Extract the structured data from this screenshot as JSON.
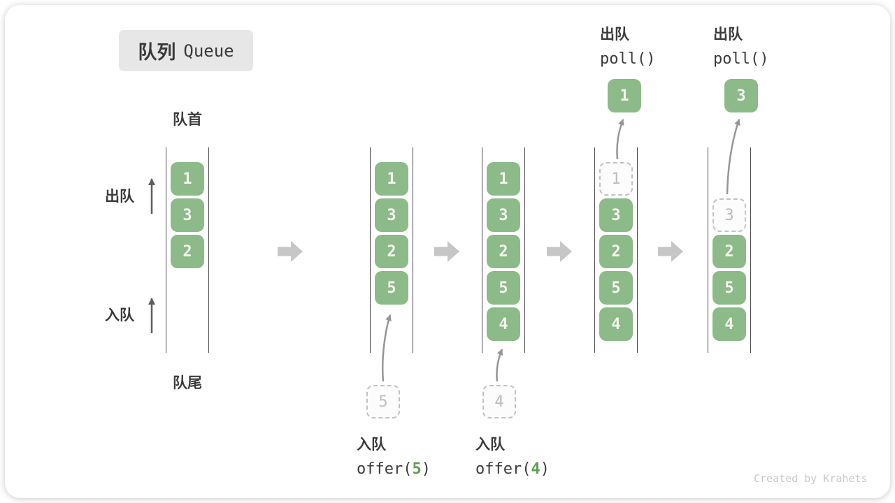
{
  "title": {
    "zh": "队列",
    "en": "Queue"
  },
  "labels": {
    "front": "队首",
    "rear": "队尾",
    "dequeue": "出队",
    "enqueue": "入队"
  },
  "colors": {
    "cell_green": "#8cba88",
    "arg_green": "#5f9e54",
    "block_arrow_gray": "#c6c6c6",
    "thin_arrow_gray": "#969696",
    "dark_arrow_gray": "#5d5d5d",
    "text_dark": "#3b3b3b"
  },
  "queue_states": [
    {
      "name": "initial",
      "cells": [
        {
          "row": 0,
          "value": "1",
          "style": "solid"
        },
        {
          "row": 1,
          "value": "3",
          "style": "solid"
        },
        {
          "row": 2,
          "value": "2",
          "style": "solid"
        }
      ]
    },
    {
      "name": "after-offer-5",
      "cells": [
        {
          "row": 0,
          "value": "1",
          "style": "solid"
        },
        {
          "row": 1,
          "value": "3",
          "style": "solid"
        },
        {
          "row": 2,
          "value": "2",
          "style": "solid"
        },
        {
          "row": 3,
          "value": "5",
          "style": "solid"
        }
      ],
      "staging_cell": {
        "value": "5",
        "style": "dashed"
      },
      "operation": {
        "action": "入队",
        "call_prefix": "offer(",
        "call_arg": "5",
        "call_suffix": ")"
      }
    },
    {
      "name": "after-offer-4",
      "cells": [
        {
          "row": 0,
          "value": "1",
          "style": "solid"
        },
        {
          "row": 1,
          "value": "3",
          "style": "solid"
        },
        {
          "row": 2,
          "value": "2",
          "style": "solid"
        },
        {
          "row": 3,
          "value": "5",
          "style": "solid"
        },
        {
          "row": 4,
          "value": "4",
          "style": "solid"
        }
      ],
      "staging_cell": {
        "value": "4",
        "style": "dashed"
      },
      "operation": {
        "action": "入队",
        "call_prefix": "offer(",
        "call_arg": "4",
        "call_suffix": ")"
      }
    },
    {
      "name": "after-poll-1",
      "cells": [
        {
          "row": 0,
          "value": "1",
          "style": "dashed"
        },
        {
          "row": 1,
          "value": "3",
          "style": "solid"
        },
        {
          "row": 2,
          "value": "2",
          "style": "solid"
        },
        {
          "row": 3,
          "value": "5",
          "style": "solid"
        },
        {
          "row": 4,
          "value": "4",
          "style": "solid"
        }
      ],
      "popped_cell": {
        "value": "1",
        "style": "solid"
      },
      "operation": {
        "action": "出队",
        "call": "poll()"
      }
    },
    {
      "name": "after-poll-3",
      "cells": [
        {
          "row": 1,
          "value": "3",
          "style": "dashed"
        },
        {
          "row": 2,
          "value": "2",
          "style": "solid"
        },
        {
          "row": 3,
          "value": "5",
          "style": "solid"
        },
        {
          "row": 4,
          "value": "4",
          "style": "solid"
        }
      ],
      "popped_cell": {
        "value": "3",
        "style": "solid"
      },
      "operation": {
        "action": "出队",
        "call": "poll()"
      }
    }
  ],
  "watermark": "Created by Krahets"
}
